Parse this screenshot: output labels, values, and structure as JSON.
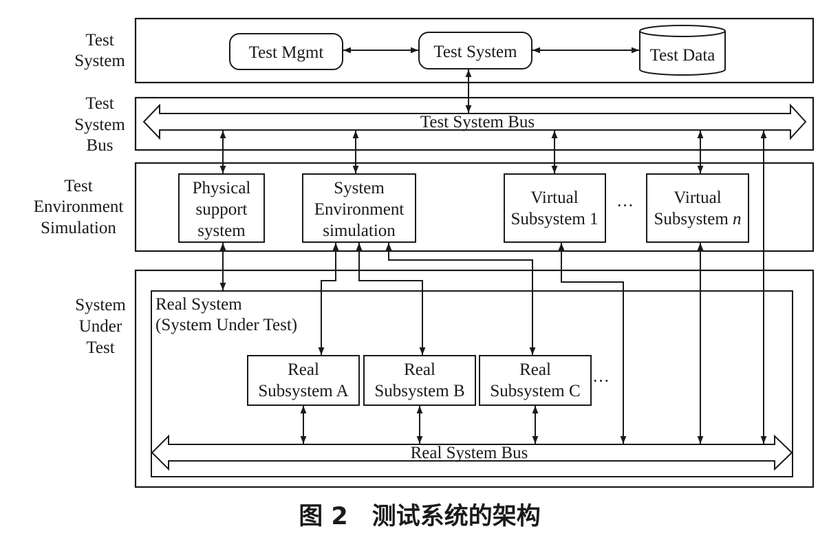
{
  "layers": {
    "test_system": [
      "Test",
      "System"
    ],
    "test_system_bus": [
      "Test",
      "System",
      "Bus"
    ],
    "test_env_sim": [
      "Test",
      "Environment",
      "Simulation"
    ],
    "system_under_test": [
      "System",
      "Under",
      "Test"
    ]
  },
  "nodes": {
    "test_mgmt": "Test Mgmt",
    "test_system": "Test System",
    "test_data": "Test Data",
    "physical_support": [
      "Physical",
      "support",
      "system"
    ],
    "system_env_sim": [
      "System",
      "Environment",
      "simulation"
    ],
    "virtual_1": [
      "Virtual",
      "Subsystem 1"
    ],
    "virtual_n": [
      "Virtual",
      "Subsystem ",
      "n"
    ],
    "real_system": [
      "Real System",
      "(System Under Test)"
    ],
    "real_a": [
      "Real",
      "Subsystem A"
    ],
    "real_b": [
      "Real",
      "Subsystem B"
    ],
    "real_c": [
      "Real",
      "Subsystem C"
    ]
  },
  "buses": {
    "test_system_bus": "Test System Bus",
    "real_system_bus": "Real System Bus"
  },
  "ellipsis": "···",
  "caption": "图 2　测试系统的架构"
}
